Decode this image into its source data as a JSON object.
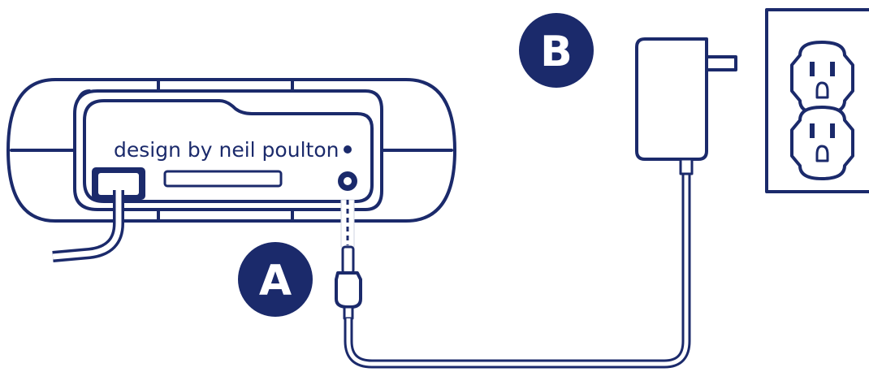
{
  "device": {
    "brand_text": "design by neil poulton"
  },
  "badges": {
    "a_label": "A",
    "b_label": "B"
  },
  "colors": {
    "navy": "#1b2a6b",
    "background": "#ffffff"
  },
  "icons": {
    "drive": "hard-drive-icon",
    "adapter": "power-adapter-icon",
    "outlet": "wall-outlet-icon",
    "plug": "dc-plug-icon"
  }
}
